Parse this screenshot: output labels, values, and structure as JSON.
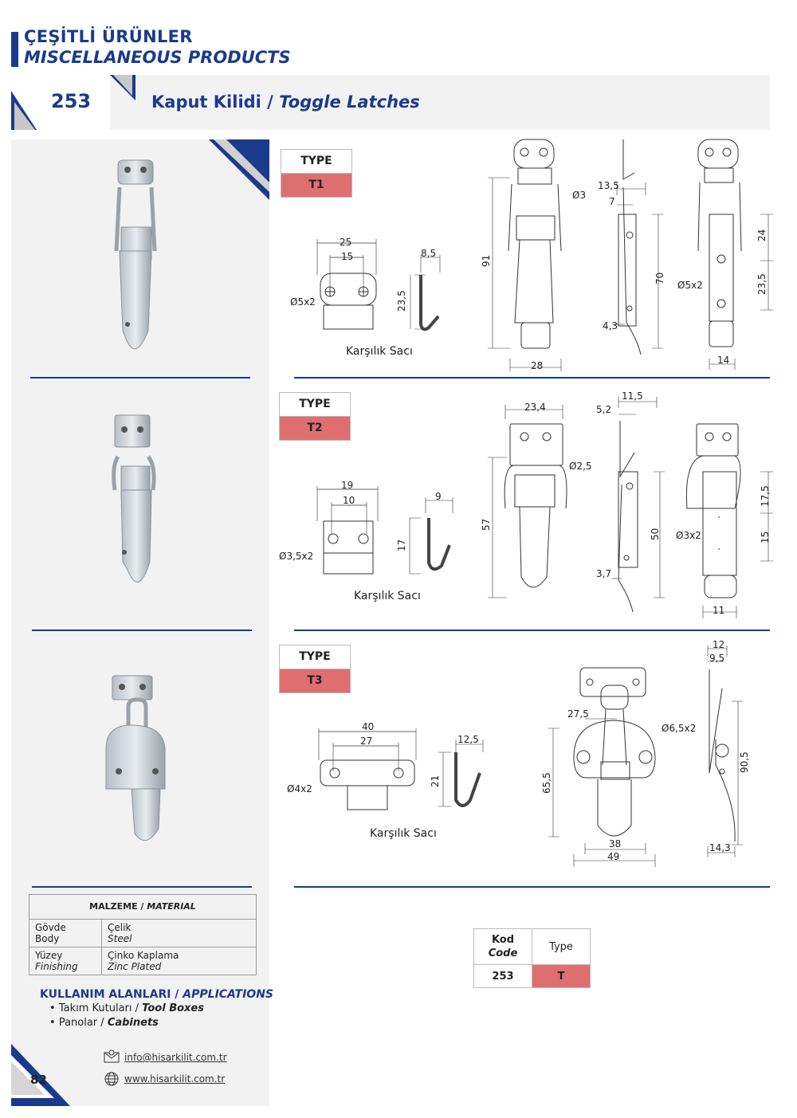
{
  "header": {
    "title_tr": "ÇEŞİTLİ ÜRÜNLER",
    "title_en": "MISCELLANEOUS PRODUCTS"
  },
  "product": {
    "code": "253",
    "name_tr": "Kaput Kilidi /",
    "name_en": "Toggle Latches"
  },
  "types": [
    {
      "type_label": "TYPE",
      "type_value": "T1",
      "strike_label": "Karşılık Sacı",
      "dims": {
        "w1": "25",
        "w2": "15",
        "hole": "Ø5x2",
        "h1": "23,5",
        "t1": "8,5",
        "total": "91",
        "pin": "Ø3",
        "d135": "13,5",
        "d7": "7",
        "d70": "70",
        "d43": "4,3",
        "w28": "28",
        "d24": "24",
        "d235": "23,5",
        "hole2": "Ø5x2",
        "w14": "14"
      }
    },
    {
      "type_label": "TYPE",
      "type_value": "T2",
      "strike_label": "Karşılık Sacı",
      "dims": {
        "w1": "19",
        "w2": "10",
        "hole": "Ø3,5x2",
        "h1": "17",
        "t1": "9",
        "w234": "23,4",
        "total": "57",
        "pin": "Ø2,5",
        "d115": "11,5",
        "d52": "5,2",
        "d50": "50",
        "d37": "3,7",
        "d175": "17,5",
        "d15": "15",
        "hole2": "Ø3x2",
        "w11": "11"
      }
    },
    {
      "type_label": "TYPE",
      "type_value": "T3",
      "strike_label": "Karşılık Sacı",
      "dims": {
        "w1": "40",
        "w2": "27",
        "hole": "Ø4x2",
        "h1": "21",
        "t1": "12,5",
        "d275": "27,5",
        "hole2": "Ø6,5x2",
        "total": "65,5",
        "w38": "38",
        "w49": "49",
        "d12": "12",
        "d95": "9,5",
        "d905": "90,5",
        "d143": "14,3"
      }
    }
  ],
  "material": {
    "header": "MALZEME / MATERIAL",
    "header_tr": "MALZEME /",
    "header_en": "MATERIAL",
    "rows": [
      {
        "label_tr": "Gövde",
        "label_en": "Body",
        "value_tr": "Çelik",
        "value_en": "Steel"
      },
      {
        "label_tr": "Yüzey",
        "label_en": "Finishing",
        "value_tr": "Çinko Kaplama",
        "value_en": "Zinc Plated"
      }
    ]
  },
  "applications": {
    "title_tr": "KULLANIM ALANLARI /",
    "title_en": "APPLICATIONS",
    "items": [
      {
        "tr": "Takım Kutuları /",
        "en": "Tool Boxes"
      },
      {
        "tr": "Panolar /",
        "en": "Cabinets"
      }
    ]
  },
  "code_table": {
    "col1_tr": "Kod",
    "col1_en": "Code",
    "col2": "Type",
    "code": "253",
    "type": "T"
  },
  "contact": {
    "email": "info@hisarkilit.com.tr",
    "web": "www.hisarkilit.com.tr"
  },
  "page_number": "82",
  "colors": {
    "brand_blue": "#1b3a8c",
    "type_red": "#df6e70",
    "panel_gray": "#f2f2f2"
  }
}
